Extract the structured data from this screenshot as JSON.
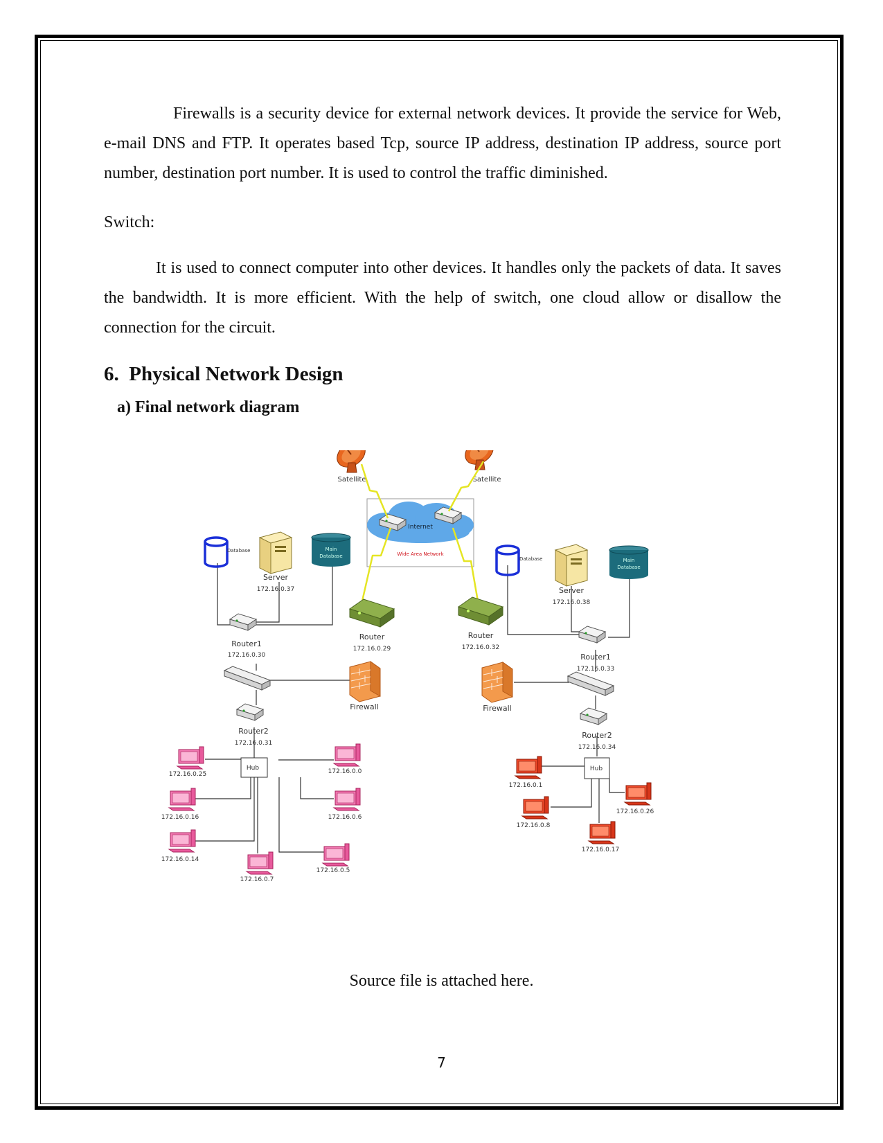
{
  "paragraphs": {
    "firewall_text": "Firewalls is a security device for external network devices. It provide the service for Web, e-mail DNS and FTP. It operates based Tcp, source IP address, destination IP address, source port number, destination port number. It is used to control the traffic diminished.",
    "switch_label": "Switch:",
    "switch_text": "It is used to connect computer into other devices. It handles only the packets of data. It saves the bandwidth. It is more efficient. With the help of switch, one cloud allow or disallow the connection for the circuit."
  },
  "section": {
    "number": "6.",
    "title": "Physical Network Design",
    "subtitle": "a) Final network diagram"
  },
  "diagram": {
    "satellite_left": "Satellite",
    "satellite_right": "Satellite",
    "internet": "Internet",
    "wan": "Wide Area Network",
    "left": {
      "database": "Database",
      "main_db_1": "Main",
      "main_db_2": "Database",
      "server": "Server",
      "server_ip": "172.16.0.37",
      "router1": "Router1",
      "router1_ip": "172.16.0.30",
      "router": "Router",
      "router_ip": "172.16.0.29",
      "firewall": "Firewall",
      "router2": "Router2",
      "router2_ip": "172.16.0.31",
      "hub": "Hub",
      "pcs": [
        "172.16.0.25",
        "172.16.0.16",
        "172.16.0.14",
        "172.16.0.7",
        "172.16.0.5",
        "172.16.0.6",
        "172.16.0.0"
      ]
    },
    "right": {
      "database": "Database",
      "main_db_1": "Main",
      "main_db_2": "Database",
      "server": "Server",
      "server_ip": "172.16.0.38",
      "router": "Router",
      "router_ip": "172.16.0.32",
      "router1": "Router1",
      "router1_ip": "172.16.0.33",
      "firewall": "Firewall",
      "router2": "Router2",
      "router2_ip": "172.16.0.34",
      "hub": "Hub",
      "pcs": [
        "172.16.0.1",
        "172.16.0.8",
        "172.16.0.17",
        "172.16.0.26"
      ]
    },
    "colors": {
      "satellite": "#e8661e",
      "cloud": "#5fa8e8",
      "wan_text": "#d0121b",
      "router_green": "#7a9a3c",
      "firewall": "#ef8b3c",
      "server": "#f2dc8c",
      "db_outline": "#1a2fd8",
      "main_db": "#1c6c7c",
      "pc_pink": "#ee5da0",
      "pc_red": "#e83a1c"
    }
  },
  "caption": "Source file is attached here.",
  "page_number": "7"
}
